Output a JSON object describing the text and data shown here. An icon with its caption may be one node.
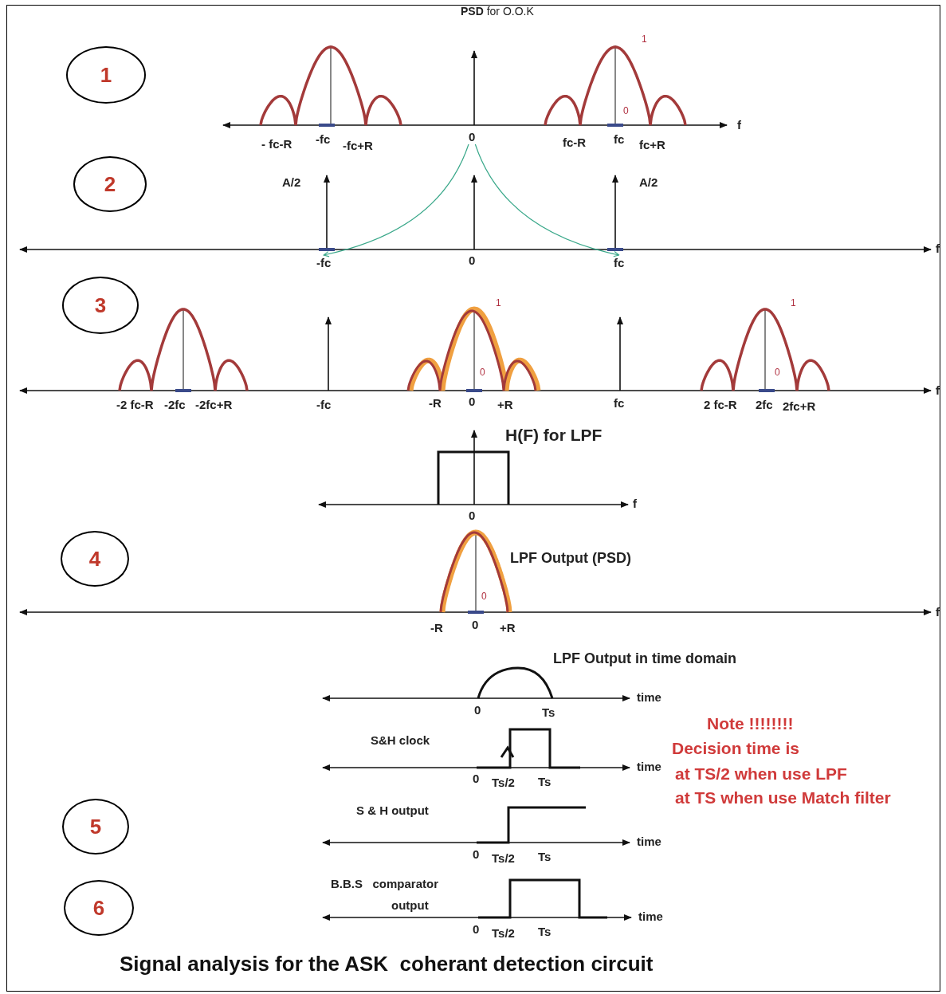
{
  "diagram": {
    "caption": "Signal analysis for the ASK  coherant detection circuit",
    "nodes": [
      {
        "text": [
          "1"
        ]
      },
      {
        "text": [
          "2"
        ]
      },
      {
        "text": [
          "3"
        ]
      },
      {
        "text": [
          "4"
        ]
      },
      {
        "text": [
          "5"
        ]
      },
      {
        "text": [
          "6"
        ]
      },
      {
        "text": [
          "0"
        ]
      },
      {
        "text": [
          "-fc"
        ]
      },
      {
        "text": [
          "fc"
        ]
      }
    ],
    "edges": [
      {
        "from": 6,
        "to": 7,
        "arrow": "to",
        "color": "#3aa88a"
      },
      {
        "from": 6,
        "to": 8,
        "arrow": "to",
        "color": "#3aa88a"
      }
    ],
    "labels": [
      "**PSD** for O.O.K",
      "- fc-R",
      "-fc",
      "-fc+R",
      "fc-R",
      "fc",
      "fc+R",
      "f",
      "1",
      "0",
      "A/2",
      "A/2",
      "0",
      "f",
      "-2 fc-R",
      "-2fc",
      "-2fc+R",
      "-fc",
      "-R",
      "0",
      "+R",
      "fc",
      "2 fc-R",
      "2fc",
      "2fc+R",
      "f",
      "1",
      "0",
      "1",
      "0",
      "H(F) for LPF",
      "f",
      "0",
      "LPF Output (PSD)",
      "0",
      "-R",
      "0",
      "+R",
      "f",
      "LPF Output in time domain",
      "0",
      "Ts",
      "time",
      "S&H clock",
      "0",
      "Ts/2",
      "Ts",
      "time",
      "Note !!!!!!!!",
      "Decision time is",
      "at TS/2 when use LPF",
      "at TS when use Match filter",
      "S & H output",
      "0",
      "Ts/2",
      "Ts",
      "time",
      "B.B.S   comparator",
      "output",
      "0",
      "Ts/2",
      "Ts",
      "time"
    ]
  }
}
